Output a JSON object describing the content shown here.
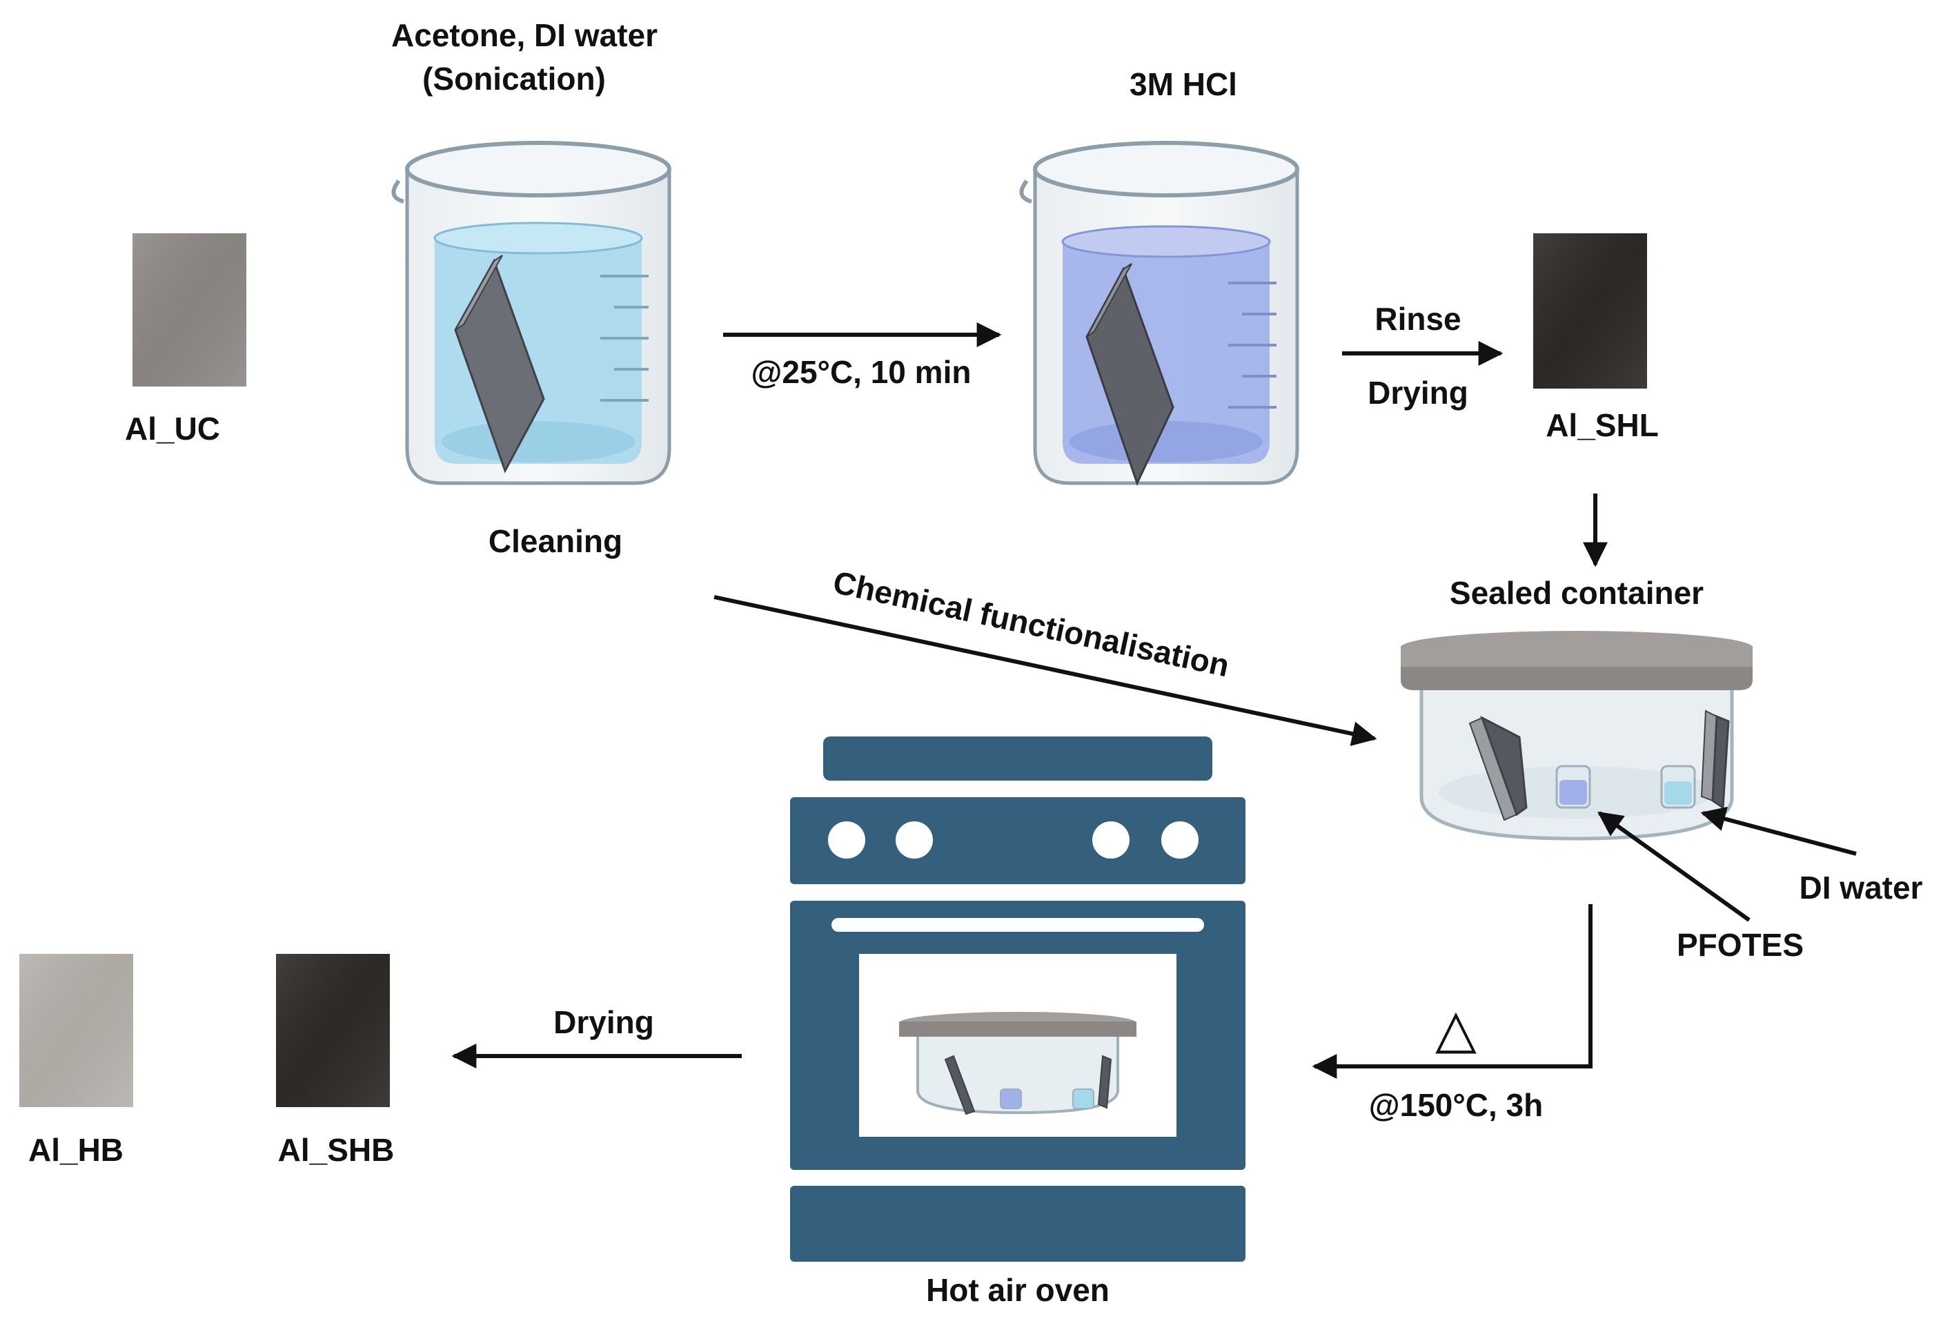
{
  "labels": {
    "sample_uc": "Al_UC",
    "cleaning_solvent_line1": "Acetone, DI water",
    "cleaning_solvent_line2": "(Sonication)",
    "cleaning": "Cleaning",
    "etch_condition": "@25°C, 10 min",
    "etchant": "3M HCl",
    "rinse": "Rinse",
    "drying_top": "Drying",
    "sample_shl": "Al_SHL",
    "sealed_container": "Sealed container",
    "chemical_functionalisation": "Chemical functionalisation",
    "di_water": "DI water",
    "pfotes": "PFOTES",
    "heat_symbol": "△",
    "heat_condition": "@150°C, 3h",
    "hot_air_oven": "Hot air oven",
    "drying_bottom": "Drying",
    "sample_hb": "Al_HB",
    "sample_shb": "Al_SHB"
  },
  "colors": {
    "sample_uc": "#8f8a86",
    "sample_shl": "#2e2a27",
    "sample_hb": "#b7b2ac",
    "sample_shb": "#2f2b27",
    "cleaning_liquid": "#a6d8ec",
    "hcl_liquid": "#9fb0ea",
    "oven": "#34607d",
    "container_lid": "#a19e9b",
    "aluminium_plate": "#6b6e74"
  }
}
